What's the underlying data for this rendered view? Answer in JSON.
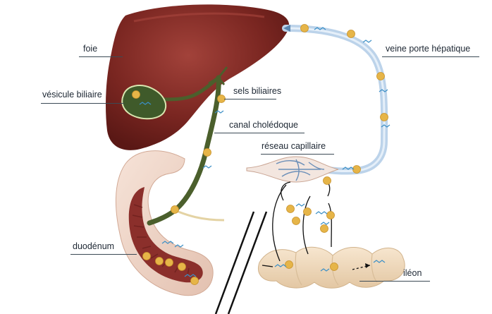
{
  "labels": {
    "foie": "foie",
    "vesicule": "vésicule biliaire",
    "sels": "sels biliaires",
    "canal": "canal cholédoque",
    "reseau": "réseau capillaire",
    "veine": "veine porte hépatique",
    "duodenum": "duodénum",
    "ileon": "iléon"
  },
  "colors": {
    "liver": "#7a2621",
    "liver_highlight": "#9b3a33",
    "gallbladder": "#3f5a2a",
    "bile_duct": "#4b5f2c",
    "portal_vein": "#bcd3ea",
    "duodenum_outer": "#f1d9cc",
    "duodenum_inner": "#8b2f2b",
    "ileum": "#f2dcc0",
    "bile_salt_dot": "#e6b548",
    "molecule": "#3b8fc6"
  }
}
